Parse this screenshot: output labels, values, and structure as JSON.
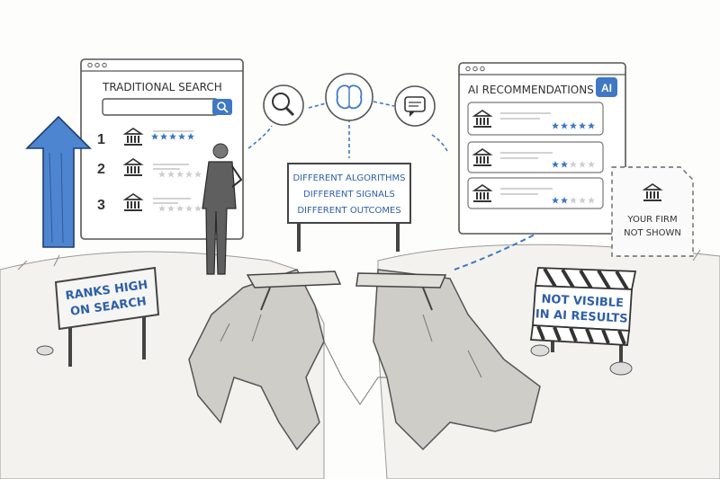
{
  "traditional_search": {
    "title": "TRADITIONAL SEARCH",
    "results": [
      {
        "rank": "1",
        "stars_filled": 5,
        "stars_total": 5
      },
      {
        "rank": "2",
        "stars_filled": 0,
        "stars_total": 5
      },
      {
        "rank": "3",
        "stars_filled": 0,
        "stars_total": 5
      }
    ]
  },
  "ai_recommendations": {
    "title": "AI RECOMMENDATIONS",
    "badge": "AI",
    "results": [
      {
        "stars_filled": 5,
        "stars_total": 5
      },
      {
        "stars_filled": 2,
        "stars_total": 5
      },
      {
        "stars_filled": 2,
        "stars_total": 5
      }
    ]
  },
  "center_sign": {
    "line1": "DIFFERENT ALGORITHMS",
    "line2": "DIFFERENT SIGNALS",
    "line3": "DIFFERENT OUTCOMES"
  },
  "left_sign": {
    "line1": "RANKS HIGH",
    "line2": "ON SEARCH"
  },
  "right_sign": {
    "line1": "NOT VISIBLE",
    "line2": "IN AI RESULTS"
  },
  "firm_card": {
    "line1": "YOUR FIRM",
    "line2": "NOT SHOWN"
  },
  "icons": [
    "search-icon",
    "brain-icon",
    "chat-icon",
    "bank-icon",
    "magnifier-icon",
    "up-arrow-icon"
  ],
  "colors": {
    "accent": "#3f78c4",
    "ink": "#3a3a3a",
    "star_off": "#cfcfcf"
  }
}
